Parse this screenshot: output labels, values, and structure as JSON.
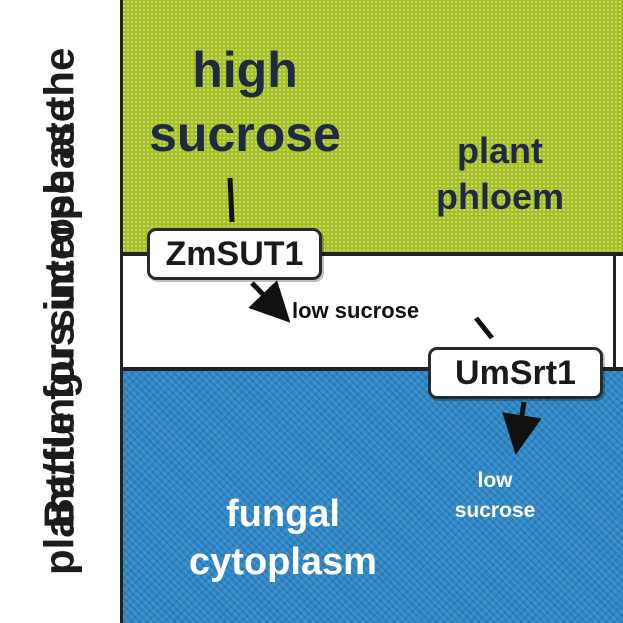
{
  "side_title": {
    "line1": "Battle for sucrose at the",
    "line2": "plant/fungus interphase"
  },
  "regions": {
    "top": {
      "line1": "plant",
      "line2": "phloem",
      "color": "#a6bf22"
    },
    "bottom": {
      "line1": "fungal",
      "line2": "cytoplasm",
      "color": "#2c86c5"
    }
  },
  "labels": {
    "high_sucrose_line1": "high",
    "high_sucrose_line2": "sucrose",
    "low_sucrose_middle": "low sucrose",
    "low_sucrose_bottom_line1": "low",
    "low_sucrose_bottom_line2": "sucrose"
  },
  "transporters": {
    "plant": "ZmSUT1",
    "fungal": "UmSrt1"
  }
}
